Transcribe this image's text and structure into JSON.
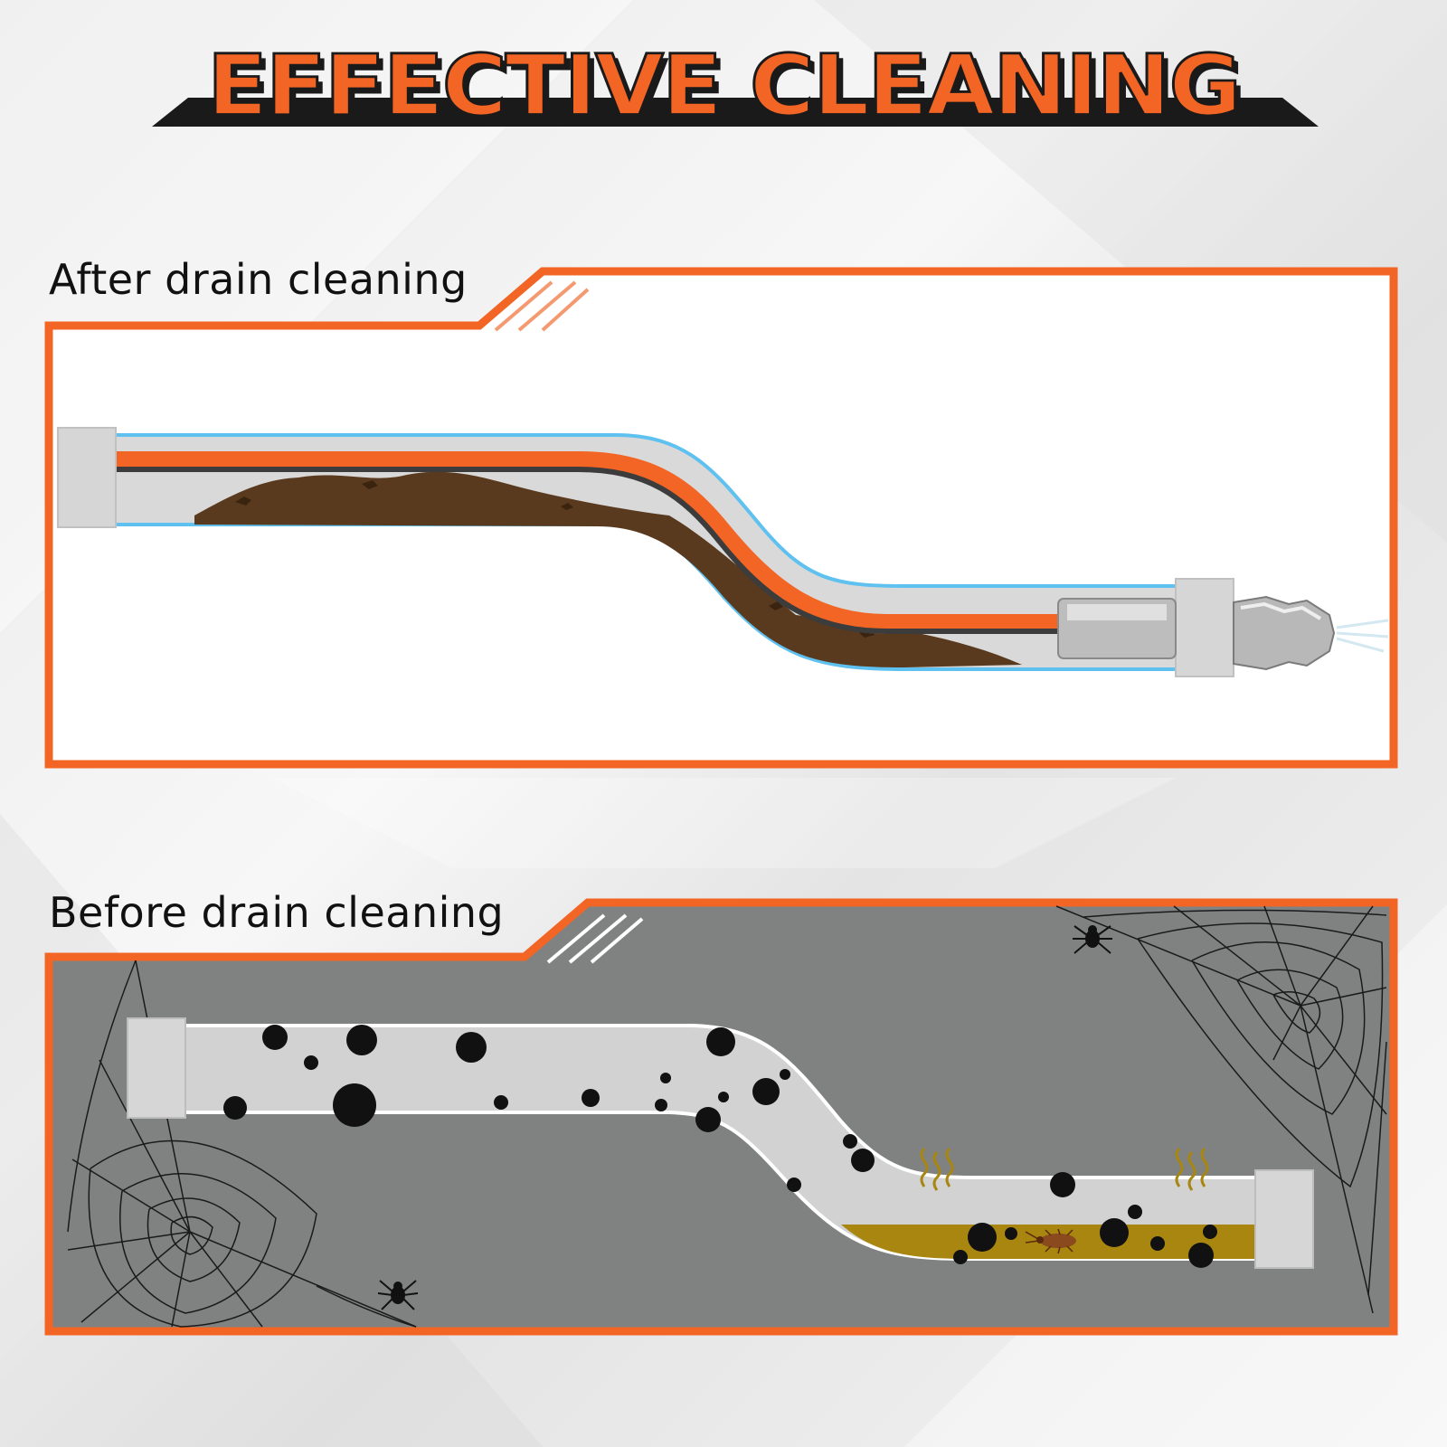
{
  "title": "EFFECTIVE CLEANING",
  "panels": {
    "after": {
      "label": "After drain cleaning"
    },
    "before": {
      "label": "Before drain cleaning"
    }
  },
  "colors": {
    "accent": "#f26524",
    "dark": "#1a1a1a",
    "pipe": "#d2d2d2",
    "pipe_outline_after": "#5ec1ef",
    "panel_bg_before": "#808282",
    "sludge": "#a8860f",
    "debris": "#5a3a1e"
  },
  "icons": [
    "odor-wave-icon",
    "cockroach-icon",
    "spider-icon",
    "spider-web-icon",
    "nozzle-icon"
  ]
}
